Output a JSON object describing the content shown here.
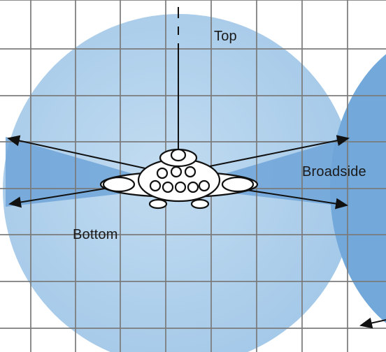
{
  "figure": {
    "labels": {
      "top": "Top",
      "broadside": "Broadside",
      "bottom": "Bottom"
    },
    "colors": {
      "background": "#ffffff",
      "sphere_fill": "#a9cdea",
      "lobe_fill": "#6fa5d8",
      "grid": "#7a7a7a",
      "outline": "#111111"
    }
  }
}
